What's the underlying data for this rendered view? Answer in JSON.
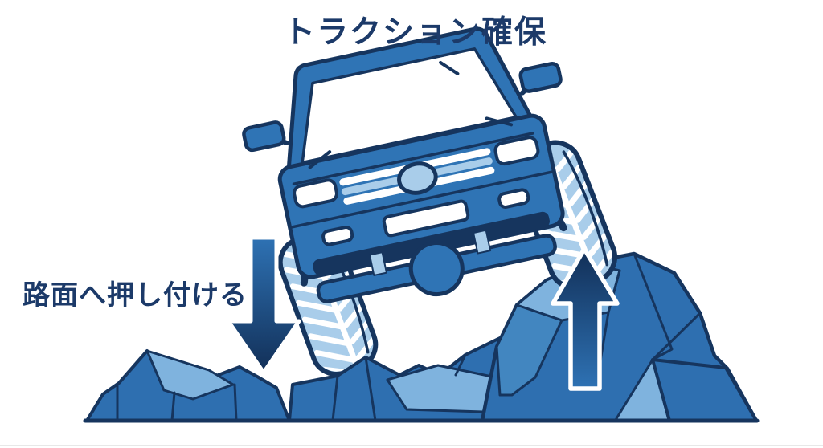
{
  "title": "トラクション確保",
  "annotation": {
    "press_label": "路面へ押し付ける"
  },
  "scene": {
    "subject": "SUV front view climbing rocks, right wheel raised on a boulder, left wheel pressed down",
    "arrows": [
      {
        "id": "down-arrow",
        "direction": "down"
      },
      {
        "id": "up-arrow",
        "direction": "up"
      }
    ]
  },
  "colors": {
    "background": "#ffffff",
    "title_text": "#1c3a69",
    "outline": "#16355e",
    "body_blue": "#2f74b5",
    "accent_light_blue": "#a9cdea",
    "rock_blue": "#2e6fb0",
    "rock_light": "#7fb3de",
    "rock_mid": "#4286c0",
    "arrow_dark": "#122f57",
    "arrow_blue": "#2e72b4"
  }
}
